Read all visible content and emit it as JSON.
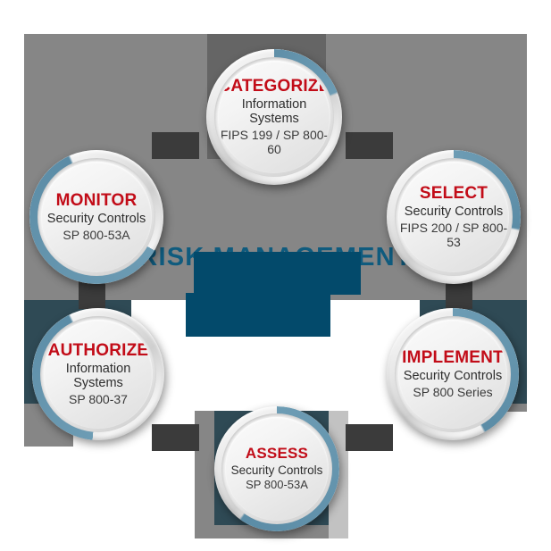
{
  "diagram": {
    "center_label": "RISK MANAGEMENT",
    "center_label_color": "#0f5b7e",
    "accent_title_color": "#c20c18",
    "ring_accent_color": "#5b8ca6",
    "background_band_color": "#868686",
    "overlay_color": "#034a6b",
    "nodes": [
      {
        "id": "categorize",
        "title": "CATEGORIZE",
        "line2": "Information Systems",
        "line3": "FIPS 199 / SP 800-60"
      },
      {
        "id": "select",
        "title": "SELECT",
        "line2": "Security Controls",
        "line3": "FIPS 200 / SP 800-53"
      },
      {
        "id": "implement",
        "title": "IMPLEMENT",
        "line2": "Security Controls",
        "line3": "SP 800 Series"
      },
      {
        "id": "assess",
        "title": "ASSESS",
        "line2": "Security Controls",
        "line3": "SP 800-53A"
      },
      {
        "id": "authorize",
        "title": "AUTHORIZE",
        "line2": "Information Systems",
        "line3": "SP 800-37"
      },
      {
        "id": "monitor",
        "title": "MONITOR",
        "line2": "Security Controls",
        "line3": "SP 800-53A"
      }
    ]
  }
}
